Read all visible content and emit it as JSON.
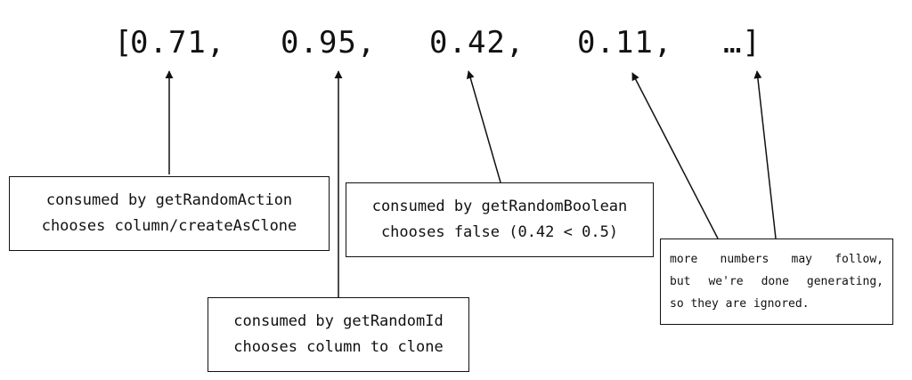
{
  "sequence": {
    "open_bracket": "[",
    "numbers": [
      "0.71,",
      "0.95,",
      "0.42,",
      "0.11,"
    ],
    "ellipsis": "…]"
  },
  "callouts": [
    {
      "consumer": "getRandomAction",
      "lines": [
        "consumed by getRandomAction",
        "chooses column/createAsClone"
      ],
      "points_to": "0.71"
    },
    {
      "consumer": "getRandomId",
      "lines": [
        "consumed by getRandomId",
        "chooses column to clone"
      ],
      "points_to": "0.95"
    },
    {
      "consumer": "getRandomBoolean",
      "lines": [
        "consumed by getRandomBoolean",
        "chooses false (0.42 < 0.5)"
      ],
      "points_to": "0.42"
    },
    {
      "consumer": "unused",
      "lines": [
        "more numbers may follow,",
        "but we're done generating,",
        "so they are ignored."
      ],
      "points_to": [
        "0.11",
        "…"
      ]
    }
  ],
  "colors": {
    "stroke": "#111111",
    "background": "#ffffff"
  }
}
